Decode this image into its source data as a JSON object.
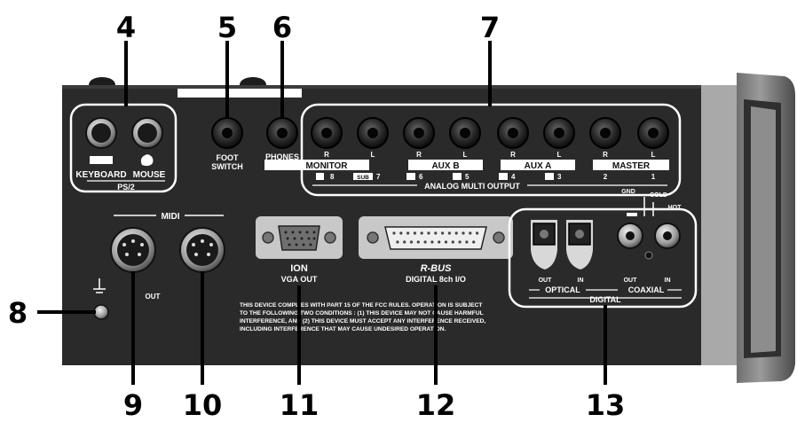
{
  "callouts": {
    "c4": "4",
    "c5": "5",
    "c6": "6",
    "c7": "7",
    "c8": "8",
    "c9": "9",
    "c10": "10",
    "c11": "11",
    "c12": "12",
    "c13": "13"
  },
  "ps2": {
    "keyboard": "KEYBOARD",
    "mouse": "MOUSE",
    "group": "PS/2"
  },
  "foot_switch": {
    "line1": "FOOT",
    "line2": "SWITCH"
  },
  "phones": "PHONES",
  "jack_channels": {
    "r": "R",
    "l": "L"
  },
  "output_groups": {
    "monitor": "MONITOR",
    "aux_b": "AUX B",
    "aux_a": "AUX A",
    "master": "MASTER"
  },
  "multi_output": {
    "label": "ANALOG MULTI OUTPUT",
    "n8": "8",
    "n7": "7",
    "n6": "6",
    "n5": "5",
    "n4": "4",
    "n3": "3",
    "n2": "2",
    "n1": "1",
    "sub": "SUB"
  },
  "midi": {
    "label": "MIDI",
    "out": "OUT"
  },
  "vga": {
    "line1": "ION",
    "line2": "VGA OUT"
  },
  "rbus": {
    "logo": "R-BUS",
    "line2": "DIGITAL 8ch I/O"
  },
  "fcc": [
    "THIS DEVICE COMPLIES WITH PART 15 OF THE FCC RULES. OPERATION IS SUBJECT",
    "TO THE FOLLOWING TWO CONDITIONS : (1) THIS DEVICE MAY NOT CAUSE HARMFUL",
    "INTERFERENCE, AND (2) THIS DEVICE MUST ACCEPT ANY INTERFERENCE RECEIVED,",
    "INCLUDING INTERFERENCE THAT MAY CAUSE UNDESIRED OPERATION."
  ],
  "digital": {
    "gnd": "GND",
    "cold": "COLD",
    "hot": "HOT",
    "out": "OUT",
    "in": "IN",
    "optical": "OPTICAL",
    "coaxial": "COAXIAL",
    "group": "DIGITAL"
  },
  "colors": {
    "panel": "#2b2b2b",
    "panel_dark": "#161616",
    "outline": "#ffffff",
    "metal": "#a8a8a8"
  }
}
